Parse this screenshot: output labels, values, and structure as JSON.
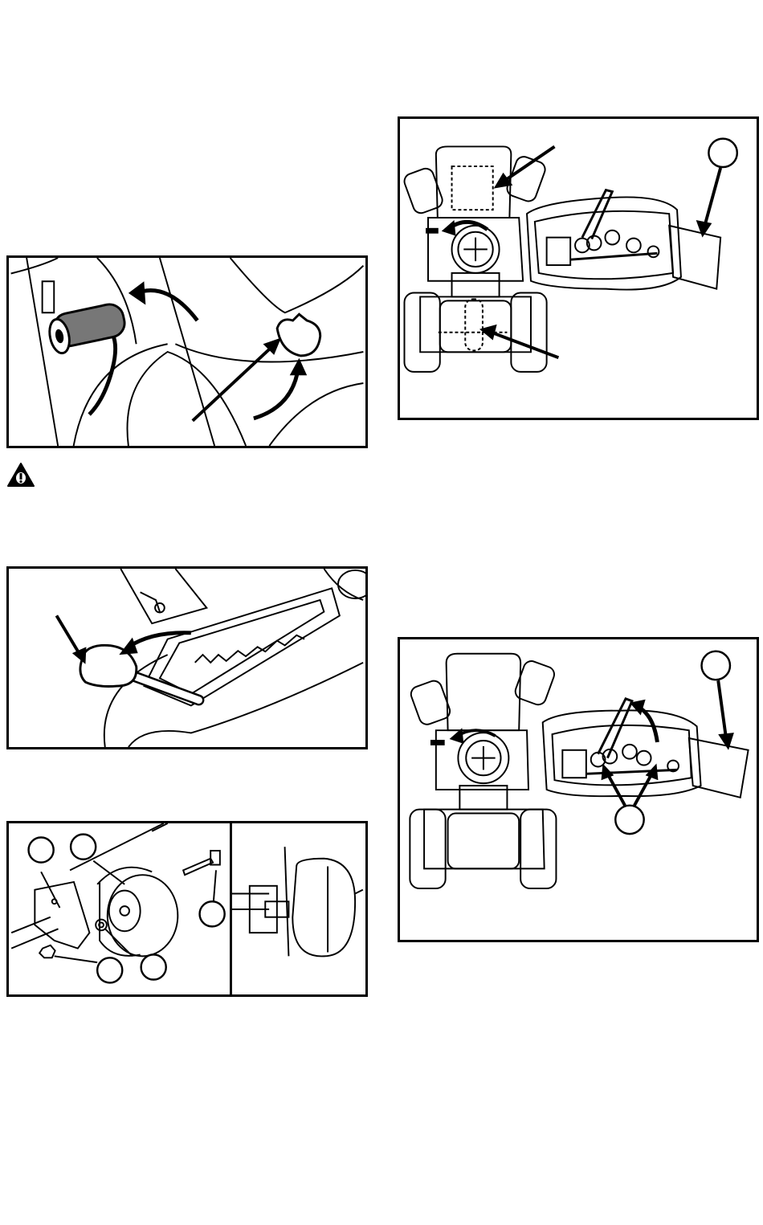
{
  "page": {
    "background": "#ffffff",
    "line_color": "#000000"
  },
  "figures": [
    {
      "name": "parking-brake-lever",
      "icons": [
        "lever-handle-icon",
        "curved-arrow-icon",
        "knob-icon"
      ]
    },
    {
      "name": "deck-lift-lever",
      "icons": [
        "lever-handle-icon",
        "curved-arrow-icon"
      ]
    },
    {
      "name": "gauge-wheel-assembly",
      "callouts": [
        "",
        "",
        "",
        "",
        ""
      ]
    },
    {
      "name": "tractor-deck-top-view",
      "callouts": [
        ""
      ]
    },
    {
      "name": "tractor-deck-belt-view",
      "callouts": [
        "",
        ""
      ]
    }
  ],
  "warning": {
    "icon": "warning-triangle-icon"
  }
}
